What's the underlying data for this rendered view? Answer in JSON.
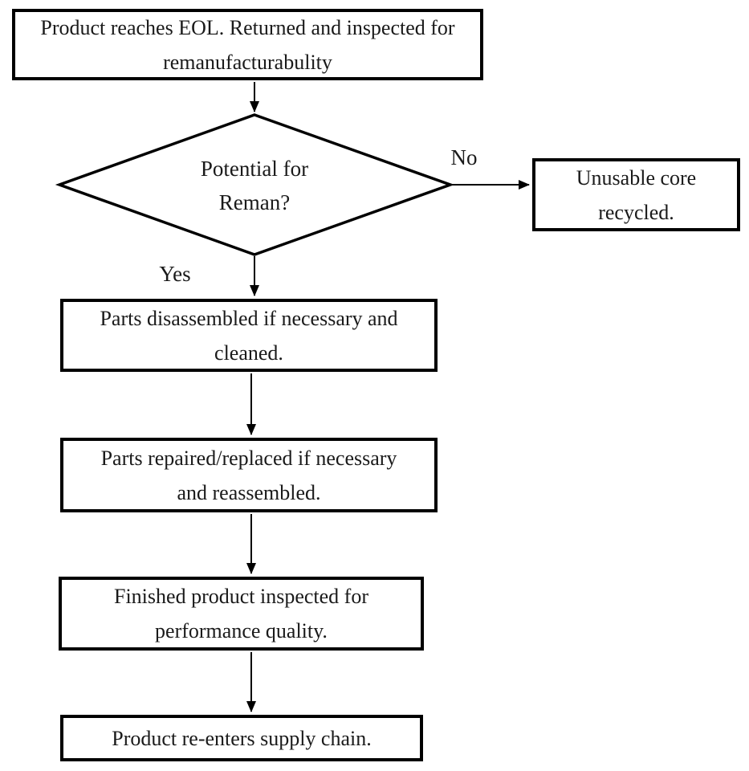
{
  "flowchart": {
    "nodes": {
      "start": {
        "lines": [
          "Product reaches EOL. Returned and inspected for",
          "remanufacturabulity"
        ]
      },
      "decision": {
        "lines": [
          "Potential for",
          "Reman?"
        ]
      },
      "unusable": {
        "lines": [
          "Unusable core",
          "recycled."
        ]
      },
      "disassemble": {
        "lines": [
          "Parts disassembled if necessary and",
          "cleaned."
        ]
      },
      "repair": {
        "lines": [
          "Parts repaired/replaced if necessary",
          "and reassembled."
        ]
      },
      "inspect": {
        "lines": [
          "Finished product inspected for",
          "performance quality."
        ]
      },
      "reenter": {
        "lines": [
          "Product re-enters supply chain."
        ]
      }
    },
    "edge_labels": {
      "no": "No",
      "yes": "Yes"
    },
    "colors": {
      "stroke": "#000000",
      "background": "#ffffff",
      "text": "#1a1a1a"
    }
  }
}
